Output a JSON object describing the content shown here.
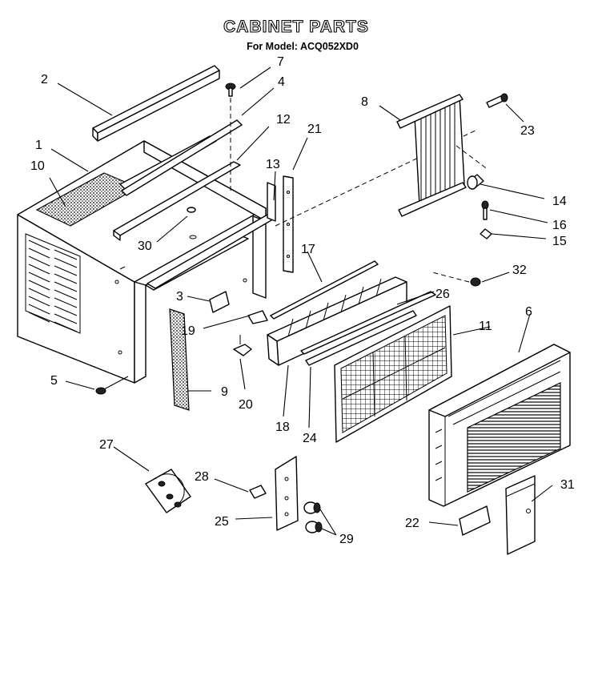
{
  "title": "CABINET PARTS",
  "subtitle": "For Model: ACQ052XD0",
  "callouts": [
    "1",
    "2",
    "3",
    "4",
    "5",
    "6",
    "7",
    "8",
    "9",
    "10",
    "11",
    "12",
    "13",
    "14",
    "15",
    "16",
    "17",
    "18",
    "19",
    "20",
    "21",
    "22",
    "23",
    "24",
    "25",
    "26",
    "27",
    "28",
    "29",
    "30",
    "31",
    "32"
  ]
}
